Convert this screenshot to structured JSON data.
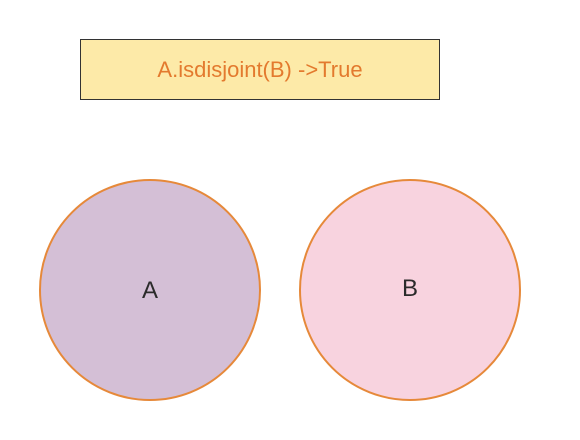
{
  "title": {
    "text": "A.isdisjoint(B) ->True"
  },
  "sets": [
    {
      "label": "A",
      "fill": "#d4bfd6",
      "stroke": "#e6893a"
    },
    {
      "label": "B",
      "fill": "#f8d3df",
      "stroke": "#e6893a"
    }
  ],
  "colors": {
    "title_bg": "#fdeaa8",
    "title_text": "#e37a2e",
    "title_border": "#333333"
  }
}
